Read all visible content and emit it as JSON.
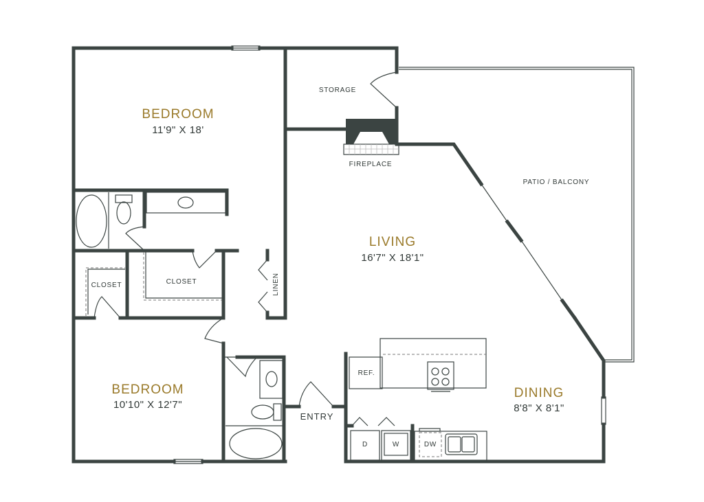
{
  "rooms": {
    "bedroom1": {
      "name": "BEDROOM",
      "dims": "11'9\" X 18'"
    },
    "bedroom2": {
      "name": "BEDROOM",
      "dims": "10'10\" X 12'7\""
    },
    "living": {
      "name": "LIVING",
      "dims": "16'7\" X 18'1\""
    },
    "dining": {
      "name": "DINING",
      "dims": "8'8\" X 8'1\""
    }
  },
  "labels": {
    "storage": "STORAGE",
    "fireplace": "FIREPLACE",
    "patio": "PATIO / BALCONY",
    "closet1": "CLOSET",
    "closet2": "CLOSET",
    "linen": "LINEN",
    "entry": "ENTRY",
    "ref": "REF.",
    "dryer": "D",
    "washer": "W",
    "dishwasher": "DW"
  },
  "colors": {
    "wall": "#3b4442",
    "room_name": "#9a7a2a"
  }
}
